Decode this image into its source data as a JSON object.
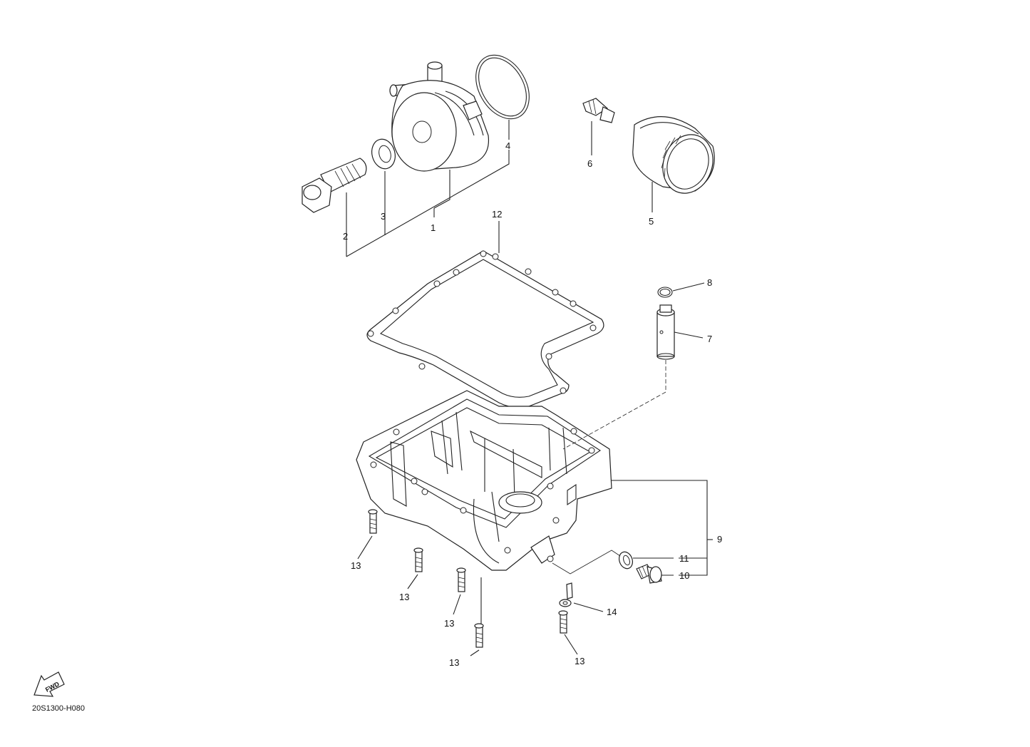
{
  "diagram": {
    "code": "20S1300-H080",
    "fwd_label": "FWD",
    "callouts": {
      "c1": "1",
      "c2": "2",
      "c3": "3",
      "c4": "4",
      "c5": "5",
      "c6": "6",
      "c7": "7",
      "c8": "8",
      "c9": "9",
      "c10": "10",
      "c11": "11",
      "c12": "12",
      "c13a": "13",
      "c13b": "13",
      "c13c": "13",
      "c13d": "13",
      "c13e": "13",
      "c14": "14"
    }
  }
}
